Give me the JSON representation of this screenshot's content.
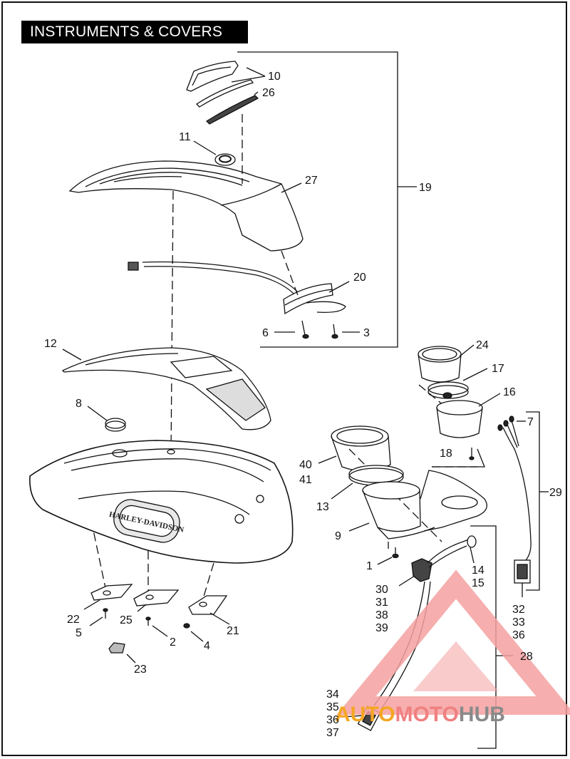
{
  "title": "INSTRUMENTS & COVERS",
  "badge_text": "HARLEY-DAVIDSON",
  "watermark": {
    "part1": "AUTO",
    "part2": "MOTO",
    "part3": "HUB",
    "color1": "#f5a623",
    "color2": "#f08080",
    "color3": "#8a8a8a"
  },
  "callouts": {
    "c10": "10",
    "c26": "26",
    "c11": "11",
    "c27": "27",
    "c19": "19",
    "c20": "20",
    "c6": "6",
    "c3": "3",
    "c12": "12",
    "c8": "8",
    "c24": "24",
    "c17": "17",
    "c16": "16",
    "c7": "7",
    "c18": "18",
    "c40": "40",
    "c41": "41",
    "c13": "13",
    "c29": "29",
    "c9": "9",
    "c1": "1",
    "c14": "14",
    "c15": "15",
    "c30": "30",
    "c31": "31",
    "c38": "38",
    "c39": "39",
    "c32": "32",
    "c33": "33",
    "c36a": "36",
    "c22": "22",
    "c25": "25",
    "c5": "5",
    "c21": "21",
    "c2": "2",
    "c4": "4",
    "c28": "28",
    "c23": "23",
    "c34": "34",
    "c35": "35",
    "c36b": "36",
    "c37": "37"
  }
}
